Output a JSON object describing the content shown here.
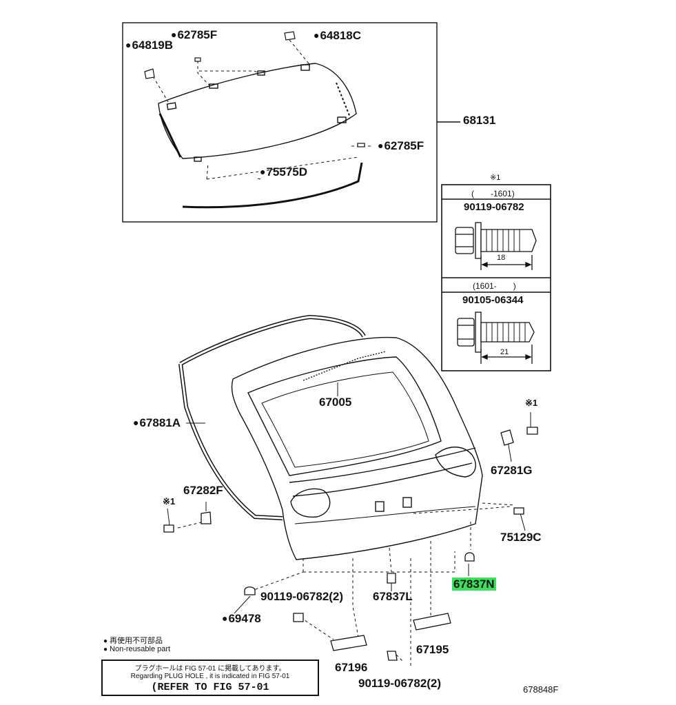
{
  "labels": {
    "p64819b": "64819B",
    "p62785f_top": "62785F",
    "p64818c": "64818C",
    "p68131": "68131",
    "p62785f_right": "62785F",
    "p75575d": "75575D",
    "p67005": "67005",
    "p67881a": "67881A",
    "p67281g": "67281G",
    "p67282f": "67282F",
    "p75129c": "75129C",
    "p67837n": "67837N",
    "p90119_left": "90119-06782(2)",
    "p67837l": "67837L",
    "p69478": "69478",
    "p67195": "67195",
    "p67196": "67196",
    "p90119_bottom": "90119-06782(2)",
    "ref1_left": "※1",
    "ref1_right": "※1",
    "fig_code": "678848F"
  },
  "inset": {
    "marker": "※1",
    "section1_range": "(　　-1601)",
    "section1_part": "90119-06782",
    "section1_dim": "18",
    "section2_range": "(1601-　　)",
    "section2_part": "90105-06344",
    "section2_dim": "21"
  },
  "legend": {
    "jp": "再使用不可部品",
    "en": "Non-reusable part"
  },
  "reference": {
    "jp": "プラグホールは FIG 57-01 に掲載してあります。",
    "en": "Regarding PLUG HOLE , it is indicated in FIG 57-01",
    "main": "(REFER TO FIG 57-01"
  },
  "colors": {
    "highlight": "#39e25a",
    "line": "#111111"
  }
}
